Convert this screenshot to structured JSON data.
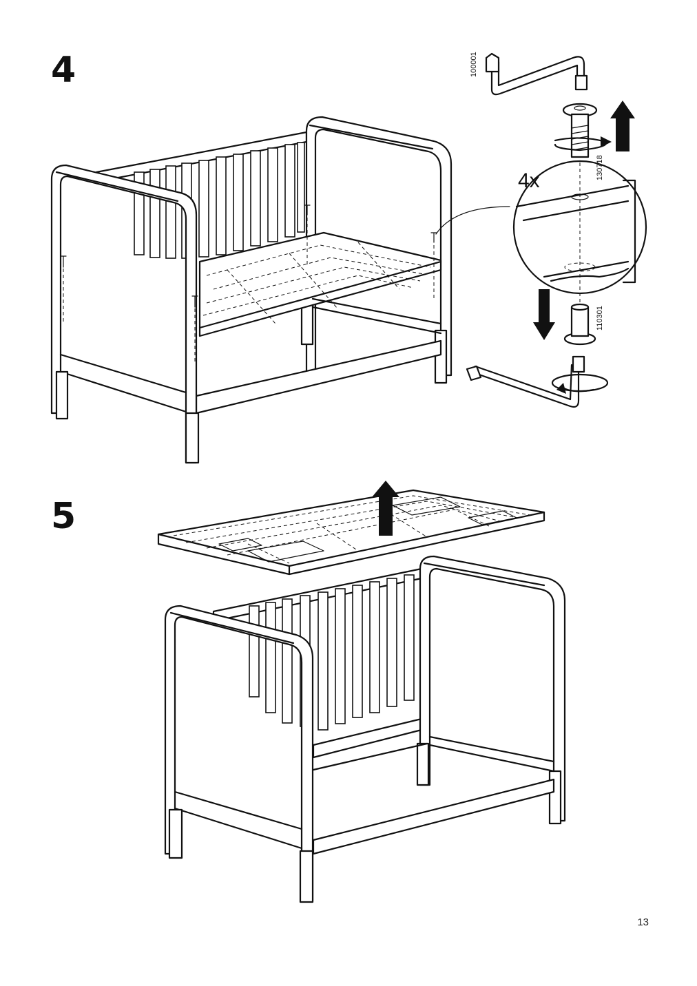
{
  "steps": [
    {
      "number": "4",
      "parts": [
        {
          "code": "100001",
          "icon": "allen-key-icon"
        },
        {
          "code": "130718",
          "icon": "bolt-icon"
        },
        {
          "code": "110301",
          "icon": "barrel-nut-icon"
        }
      ],
      "quantity": "4x",
      "arrows": [
        "arrow-up-icon",
        "arrow-down-icon",
        "rotate-icon"
      ]
    },
    {
      "number": "5",
      "arrows": [
        "arrow-up-icon"
      ]
    }
  ],
  "page_number": "13"
}
